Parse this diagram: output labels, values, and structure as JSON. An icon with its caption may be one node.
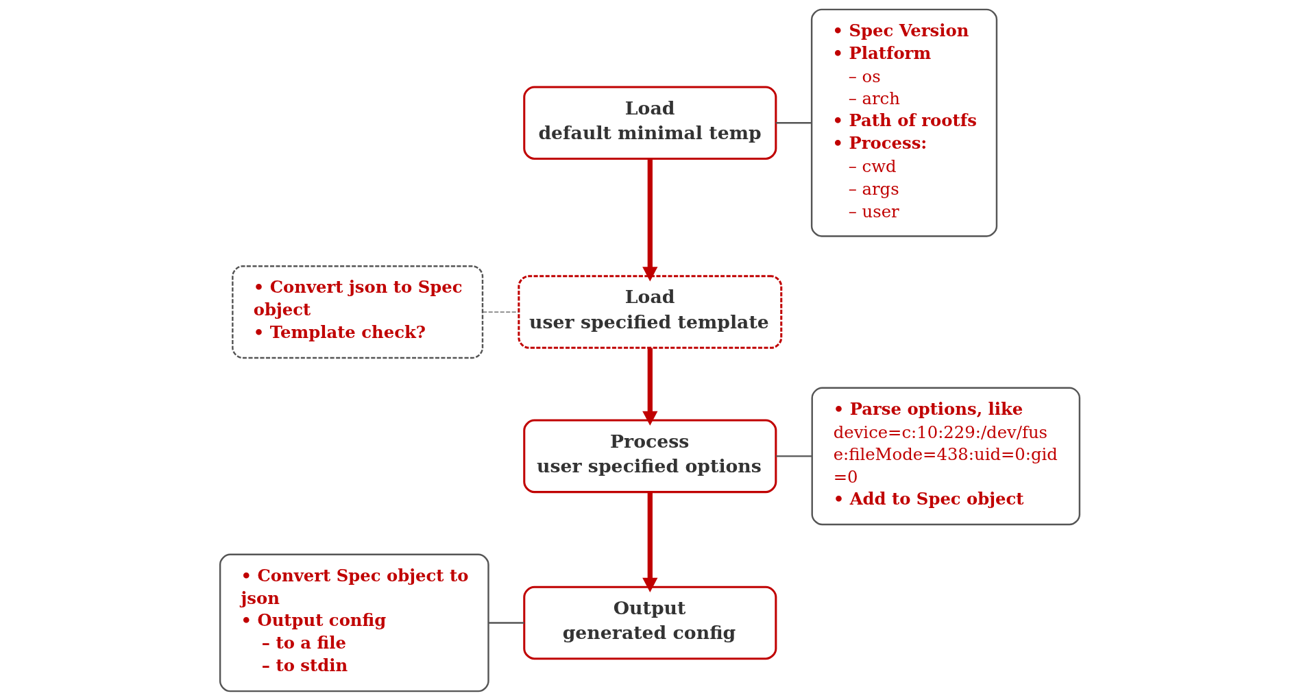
{
  "diagram": {
    "nodes": [
      {
        "text": [
          "Load",
          "default minimal temp"
        ]
      },
      {
        "text": [
          "Load",
          "user specified template"
        ]
      },
      {
        "text": [
          "Process",
          "user specified options"
        ]
      },
      {
        "text": [
          "Output",
          "generated config"
        ]
      },
      {
        "text": [
          "• Spec Version",
          "• Platform",
          "– os",
          "– arch",
          "• Path of rootfs",
          "• Process:",
          "– cwd",
          "– args",
          "– user"
        ]
      },
      {
        "text": [
          "• Convert json to Spec object",
          "• Template check?"
        ]
      },
      {
        "text": [
          "• Convert Spec object to json",
          "• Output config",
          "– to a file",
          "– to stdin"
        ]
      },
      {
        "text": [
          "• Parse options, like",
          "device=c:10:229:/dev/fuse:fileMode=438:uid=0:gid=0",
          "• Add to Spec object"
        ]
      }
    ],
    "edges": [
      {
        "from": 0,
        "to": 1,
        "arrow": "to",
        "style": "thick",
        "color": "#c00000"
      },
      {
        "from": 1,
        "to": 2,
        "arrow": "to",
        "style": "thick",
        "color": "#c00000"
      },
      {
        "from": 2,
        "to": 3,
        "arrow": "to",
        "style": "thick",
        "color": "#c00000"
      },
      {
        "from": 0,
        "to": 4,
        "arrow": "none"
      },
      {
        "from": 5,
        "to": 1,
        "arrow": "none",
        "style": "dashed"
      },
      {
        "from": 2,
        "to": 7,
        "arrow": "none"
      },
      {
        "from": 6,
        "to": 3,
        "arrow": "none"
      }
    ]
  }
}
